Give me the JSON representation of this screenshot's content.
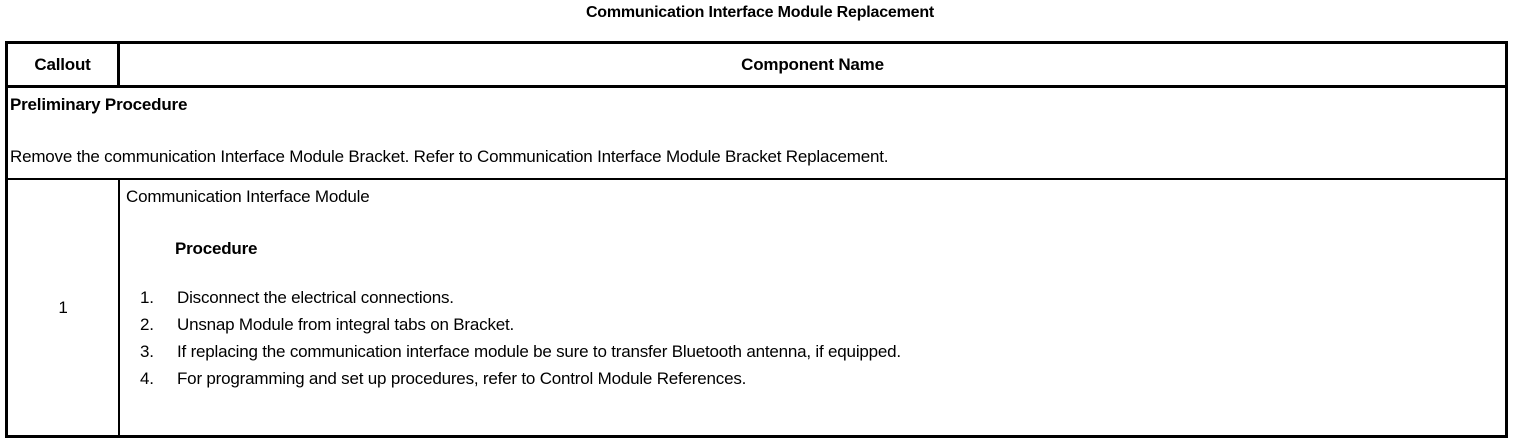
{
  "document": {
    "title": "Communication Interface Module Replacement"
  },
  "table": {
    "headers": {
      "callout": "Callout",
      "component_name": "Component Name"
    },
    "preliminary": {
      "heading": "Preliminary Procedure",
      "body": "Remove the communication Interface Module Bracket. Refer to Communication Interface Module Bracket Replacement."
    },
    "row": {
      "callout": "1",
      "component_name": "Communication Interface Module",
      "procedure_heading": "Procedure",
      "steps": [
        {
          "number": "1.",
          "text": "Disconnect the electrical connections."
        },
        {
          "number": "2.",
          "text": "Unsnap Module from integral tabs on Bracket."
        },
        {
          "number": "3.",
          "text": "If replacing the communication interface module be sure to transfer Bluetooth antenna, if equipped."
        },
        {
          "number": "4.",
          "text": "For programming and set up procedures, refer to Control Module References."
        }
      ]
    }
  }
}
